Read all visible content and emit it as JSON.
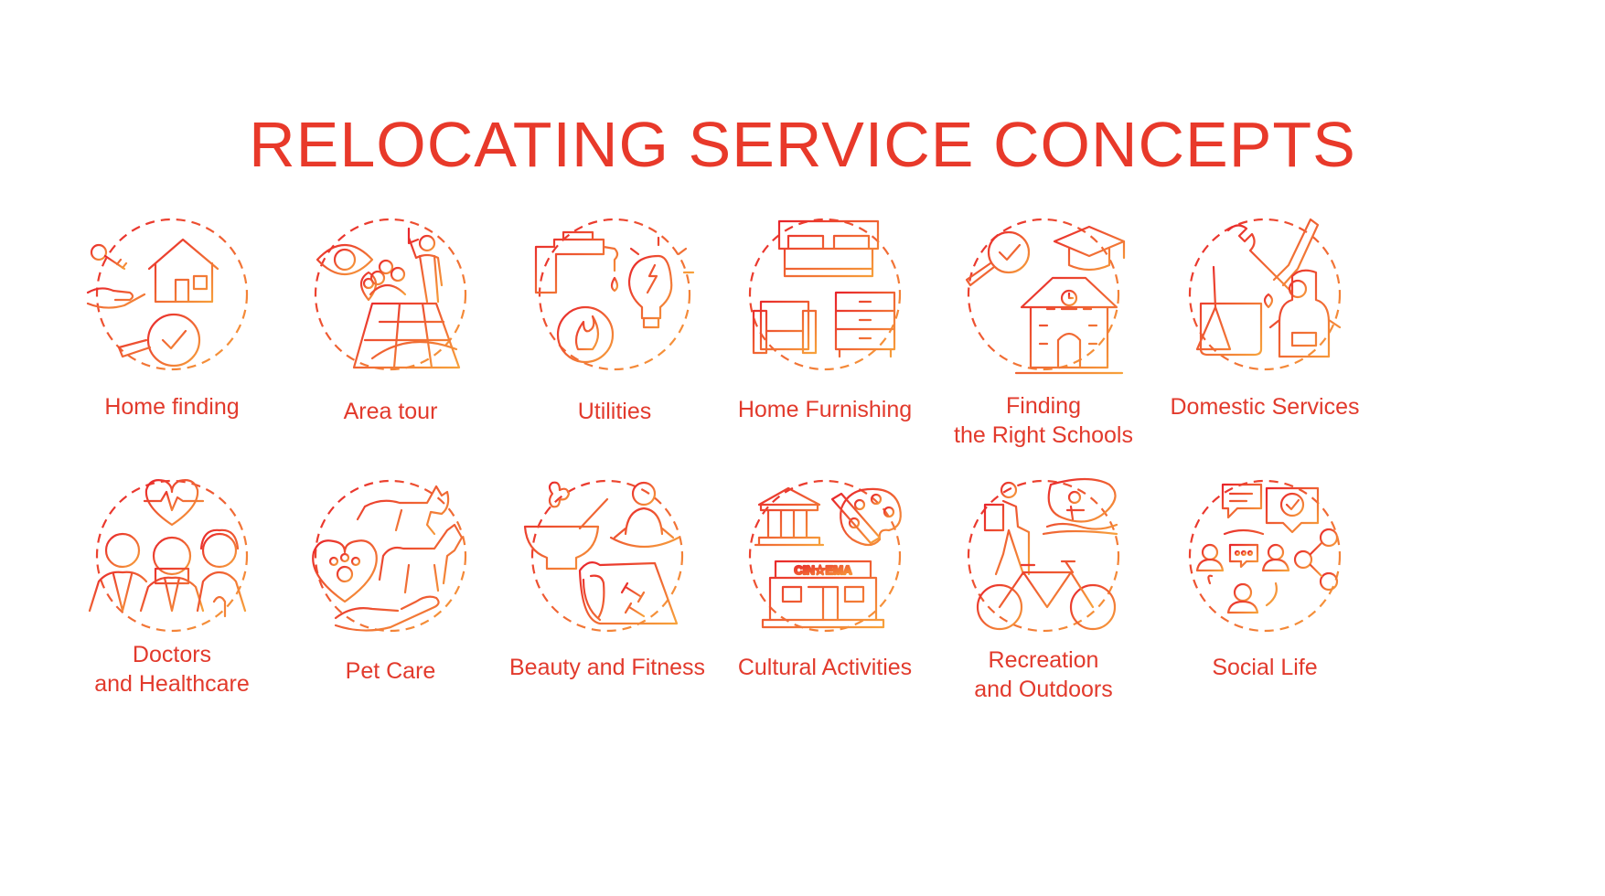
{
  "title": "RELOCATING SERVICE CONCEPTS",
  "colors": {
    "gradient_start": "#e8232b",
    "gradient_end": "#f7a23b",
    "text": "#e23a2c"
  },
  "concepts": [
    {
      "label": "Home finding",
      "icon": "home-finding-icon"
    },
    {
      "label": "Area tour",
      "icon": "area-tour-icon"
    },
    {
      "label": "Utilities",
      "icon": "utilities-icon"
    },
    {
      "label": "Home Furnishing",
      "icon": "home-furnishing-icon"
    },
    {
      "label": "Finding\nthe Right Schools",
      "icon": "schools-icon"
    },
    {
      "label": "Domestic Services",
      "icon": "domestic-services-icon"
    },
    {
      "label": "Doctors\nand Healthcare",
      "icon": "healthcare-icon"
    },
    {
      "label": "Pet Care",
      "icon": "pet-care-icon"
    },
    {
      "label": "Beauty and Fitness",
      "icon": "beauty-fitness-icon"
    },
    {
      "label": "Cultural Activities",
      "icon": "cultural-activities-icon"
    },
    {
      "label": "Recreation\nand Outdoors",
      "icon": "recreation-outdoors-icon"
    },
    {
      "label": "Social Life",
      "icon": "social-life-icon"
    }
  ]
}
